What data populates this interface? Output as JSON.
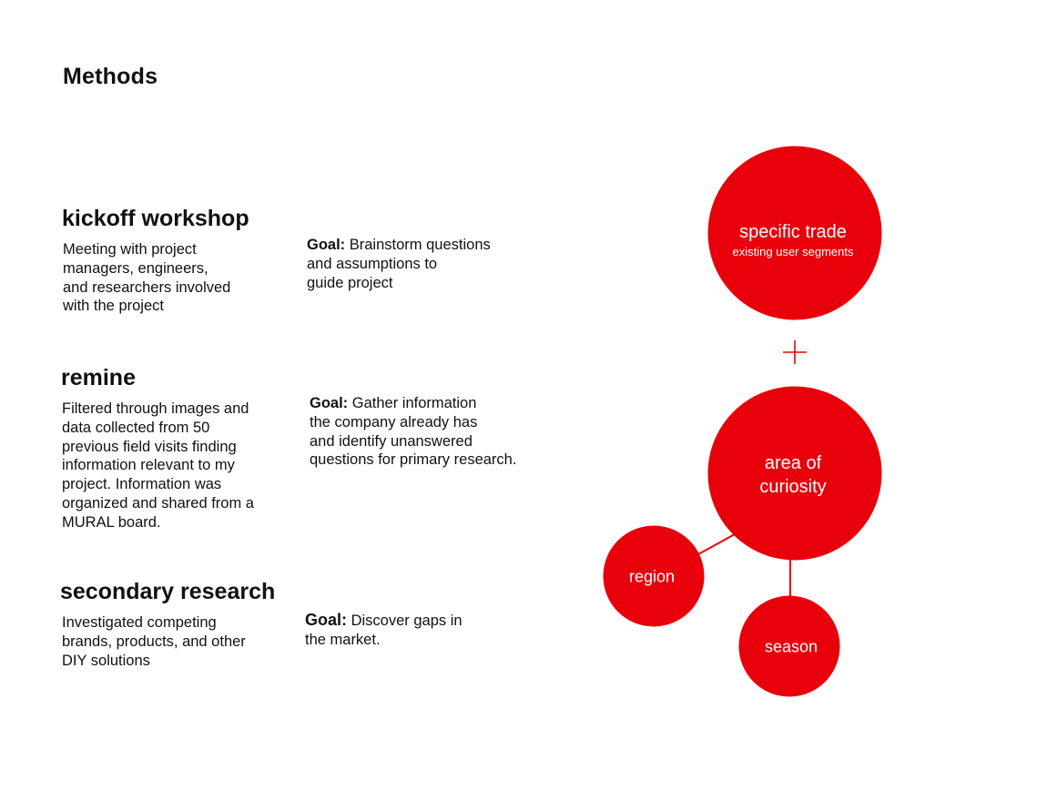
{
  "page_title": "Methods",
  "accent_color": "#e8000b",
  "methods": [
    {
      "title": "kickoff workshop",
      "description_lines": [
        "Meeting with project",
        "managers, engineers,",
        "and researchers involved",
        "with the project"
      ],
      "goal_label": "Goal:",
      "goal_lines": [
        " Brainstorm questions",
        "and assumptions to",
        "guide project"
      ]
    },
    {
      "title": "remine",
      "description_lines": [
        "Filtered through images and",
        "data collected from 50",
        "previous field visits finding",
        "information relevant to my",
        "project. Information was",
        "organized and shared from a",
        "MURAL board."
      ],
      "goal_label": "Goal:",
      "goal_lines": [
        " Gather information",
        "the company already has",
        "and identify unanswered",
        "questions for primary research."
      ]
    },
    {
      "title": "secondary research",
      "description_lines": [
        "Investigated competing",
        "brands, products, and other",
        "DIY solutions"
      ],
      "goal_label": "Goal:",
      "goal_lines": [
        " Discover gaps in",
        "the market."
      ]
    }
  ],
  "diagram": {
    "top_node": {
      "title": "specific trade",
      "subtitle": "existing user segments"
    },
    "connector_symbol": "+",
    "center_node": {
      "title_lines": [
        "area of",
        "curiosity"
      ]
    },
    "left_node": {
      "title": "region"
    },
    "bottom_node": {
      "title": "season"
    }
  }
}
